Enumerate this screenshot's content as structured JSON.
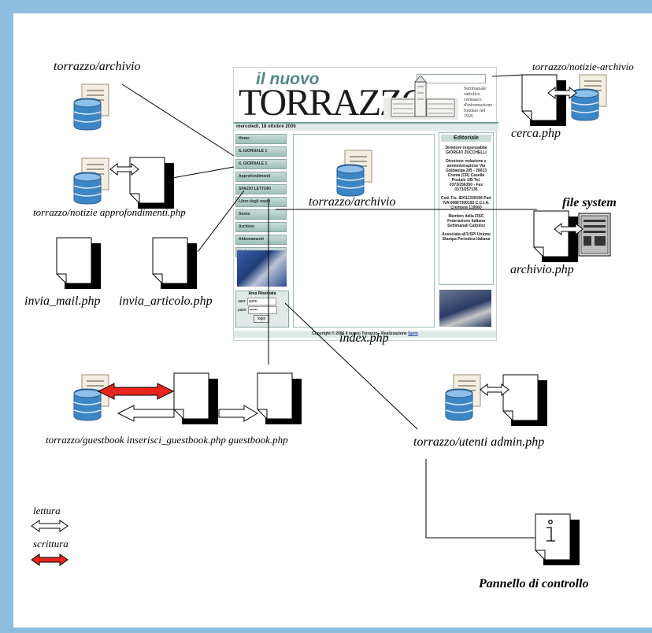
{
  "labels": {
    "torrazzo_archivio_top": "torrazzo/archivio",
    "torrazzo_notizie_archivio": "torrazzo/notizie-archivio",
    "cerca_php": "cerca.php",
    "torrazzo_notizie_approfondimenti": "torrazzo/notizie approfondimenti.php",
    "torrazzo_archivio_center": "torrazzo/archivio",
    "file_system": "file system",
    "archivio_php": "archivio.php",
    "invia_mail_php": "invia_mail.php",
    "invia_articolo_php": "invia_articolo.php",
    "index_php": "index.php",
    "guestbook_row": "torrazzo/guestbook inserisci_guestbook.php guestbook.php",
    "utenti_admin": "torrazzo/utenti admin.php",
    "pannello": "Pannello di controllo",
    "legend_lettura": "lettura",
    "legend_scrittura": "scrittura"
  },
  "colors": {
    "border": "#8fbde0",
    "write_arrow": "#e8261e"
  },
  "icons": [
    "database-icon",
    "document-icon",
    "server-icon",
    "info-icon",
    "double-arrow-icon"
  ],
  "site": {
    "logo_small": "il nuovo",
    "logo_big": "TORRAZZO",
    "tagline": "Settimanale cattolico cremasco d'informazione fondato nel 1926",
    "date": "mercoledì, 18 ottobre 2006",
    "menu": [
      "Home",
      "IL GIORNALE 1",
      "IL GIORNALE 2",
      "Approfondimenti",
      "SPAZIO LETTORI",
      "Libro degli ospiti",
      "Storia",
      "Archivio",
      "Abbonamenti",
      "Links"
    ],
    "area_title": "Area Riservata",
    "user_label": "user",
    "user_value": "cprio",
    "pass_label": "pass",
    "pass_value": "••••••",
    "login_button": "login",
    "editoriale_title": "Editoriale",
    "editoriale_lines": [
      "Direttore responsabile GIORGIO ZUCCHELLI",
      "Direzione redazione e amministrazione Via Goldaniga 2/B - 26013 Crema (CR) Casella Postale 1/B Tel. 0373/256350 - Fax 0373/257136",
      "Cod. Fis. 82011330196 Part IVA 00807300192 C.C.I.A. Cremona 119560",
      "Membro della FISC Federazione Italiana Settimanali Cattolici",
      "Associata all'USPI Unione Stampa Periodica Italiana"
    ],
    "footer": "Copyright © 2006 Il nuovo Torrazzo - Realizzazione",
    "footer_link": "Sprin"
  }
}
